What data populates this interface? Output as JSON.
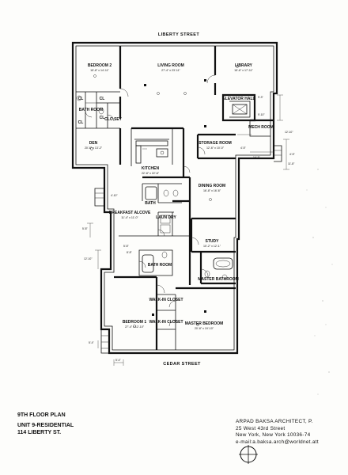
{
  "streets": {
    "north": "LIBERTY STREET",
    "south": "CEDAR STREET"
  },
  "rooms": {
    "bedroom2": {
      "label": "BEDROOM 2",
      "dim": "15'-8\" x 14'-11\""
    },
    "living": {
      "label": "LIVING ROOM",
      "dim": "27'-4\" x 23'-11\""
    },
    "library": {
      "label": "LIBRARY",
      "dim": "15'-6\" x 17'-11\""
    },
    "elevator": {
      "label": "ELEVATOR HALL"
    },
    "mech": {
      "label": "MECH ROOM"
    },
    "den": {
      "label": "DEN",
      "dim": "20'-8\" x 13'-2\""
    },
    "kitchen": {
      "label": "KITCHEN",
      "dim": "22'-8\" x 22'-6\""
    },
    "storage": {
      "label": "STORAGE ROOM",
      "dim": "12'-6\" x 10'-0\""
    },
    "dining": {
      "label": "DINING ROOM",
      "dim": "16'-8\" x 16'-6\""
    },
    "breakfast": {
      "label": "BREAKFAST ALCOVE",
      "dim": "11'-4\" x 11'-0\""
    },
    "bath_top": {
      "label": "BATH"
    },
    "laundry": {
      "label": "LAUN DRY"
    },
    "study": {
      "label": "STUDY",
      "dim": "10'-2\" x 12'-1\""
    },
    "bath_mid": {
      "label": "BATH ROOM"
    },
    "master_bath": {
      "label": "MASTER BATHROOM"
    },
    "walkin1": {
      "label": "WALK-IN CLOSET"
    },
    "walkin2": {
      "label": "WALK-IN CLOSET"
    },
    "bedroom1": {
      "label": "BEDROOM 1",
      "dim": "27'-4\" x 12'-10\""
    },
    "master_bed": {
      "label": "MASTER BEDROOM",
      "dim": "20'-8\" x 19'-10\""
    },
    "bath_nw": {
      "label": "BATH ROOM"
    },
    "cl1": {
      "label": "CL"
    },
    "cl2": {
      "label": "CL"
    },
    "cl3": {
      "label": "CL"
    },
    "cl4": {
      "label": "CL"
    },
    "closet": {
      "label": "CLO SET"
    }
  },
  "dims": {
    "d1": "9'-3\"",
    "d2": "9'-10\"",
    "d3": "4'-5\"",
    "d4": "14'-3\"",
    "d5": "4'-5\"",
    "d6": "4'-10\"",
    "d7": "5'-8\"",
    "d8": "5'-8\"",
    "d9": "12'-10\"",
    "d10": "8'-8\"",
    "d11": "5'-4\"",
    "d12": "12'-10\"",
    "d13": "11'-8\"",
    "d14": "5'-4\""
  },
  "title_block": {
    "line1": "9TH FLOOR PLAN",
    "line2": "UNIT 9-RESIDENTIAL",
    "line3": "114 LIBERTY ST."
  },
  "architect": {
    "name": "ARPAD BAKSA ARCHITECT, P.",
    "address1": "25 West 43rd Street",
    "address2": "New York, New York 10036-74",
    "email": "e-mail:a.baksa.arch@worldnet.att"
  },
  "icons": {
    "north_symbol": "north-arrow-icon"
  }
}
